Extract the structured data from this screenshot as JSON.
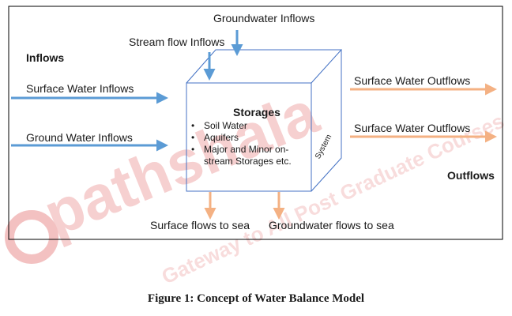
{
  "diagram": {
    "inflows_heading": "Inflows",
    "outflows_heading": "Outflows",
    "groundwater_inflows": "Groundwater Inflows",
    "stream_flow_inflows": "Stream flow Inflows",
    "surface_water_inflows": "Surface Water Inflows",
    "ground_water_inflows": "Ground Water Inflows",
    "surface_water_outflows_1": "Surface Water Outflows",
    "surface_water_outflows_2": "Surface Water Outflows",
    "surface_flows_to_sea": "Surface flows to sea",
    "groundwater_flows_to_sea": "Groundwater flows to sea",
    "storages": {
      "title": "Storages",
      "items": [
        "Soil Water",
        "Aquifers",
        "Major and Minor on-stream Storages etc."
      ]
    },
    "system_label": "System"
  },
  "caption": "Figure 1: Concept of Water Balance Model",
  "watermark": {
    "logo_text": "epathshala",
    "arc_text": "A Gateway to All Post Graduate Courses"
  },
  "colors": {
    "inflow_arrow": "#5b9bd5",
    "outflow_arrow": "#f4b183",
    "frame": "#000000",
    "cube": "#4472c4",
    "watermark": "#f3c1c1"
  }
}
